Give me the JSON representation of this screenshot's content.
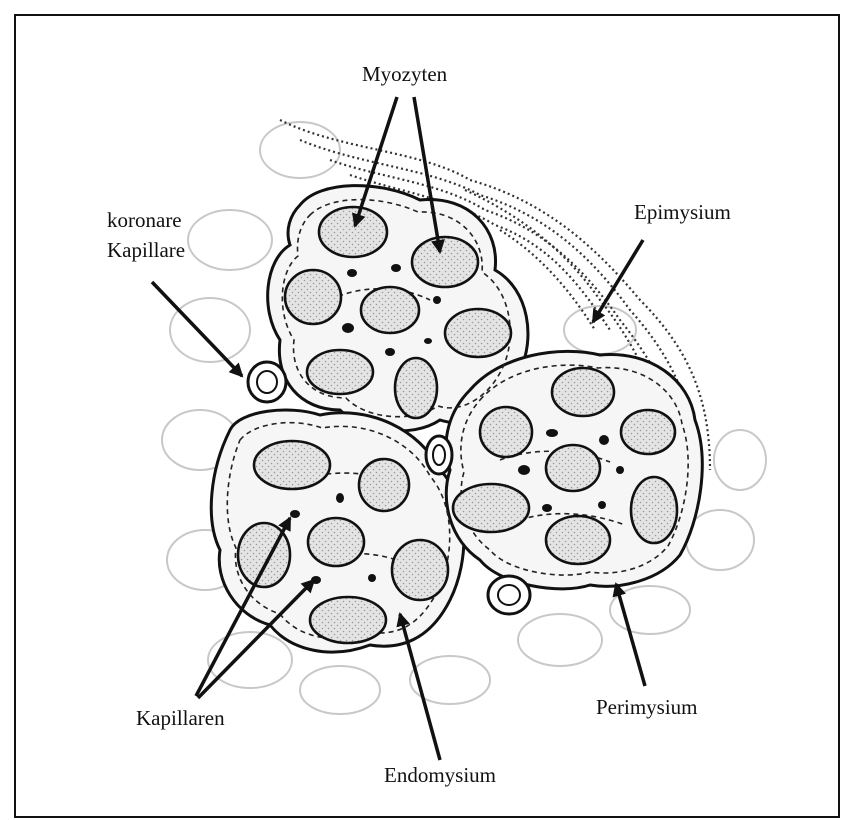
{
  "labels": {
    "myozyten": "Myozyten",
    "epimysium": "Epimysium",
    "koronare_line1": "koronare",
    "koronare_line2": "Kapillare",
    "kapillaren": "Kapillaren",
    "perimysium": "Perimysium",
    "endomysium": "Endomysium"
  },
  "colors": {
    "ink": "#111111",
    "myocyte_fill": "#dcdcdc",
    "background_cells": "#c8c8c8"
  }
}
